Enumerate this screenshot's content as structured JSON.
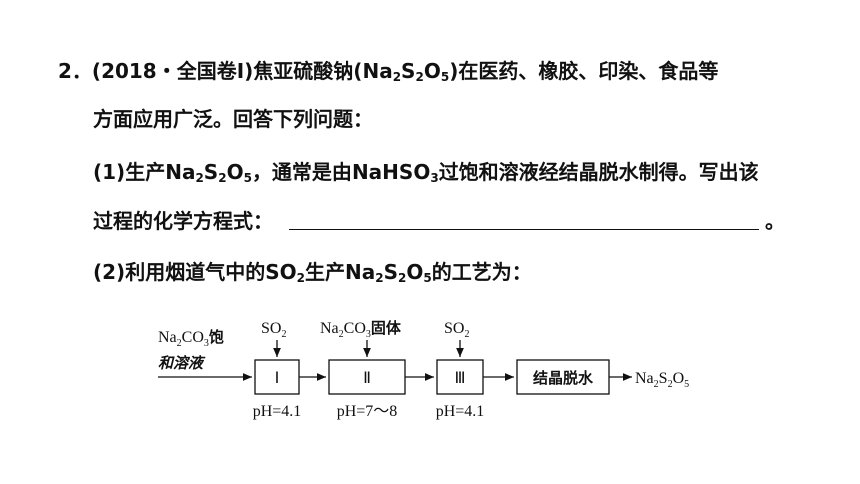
{
  "question": {
    "number": "2．",
    "source_open": "(2018・全国卷Ⅰ)",
    "intro_a": "焦亚硫酸钠(",
    "formula_na2s2o5": [
      "Na",
      "2",
      "S",
      "2",
      "O",
      "5"
    ],
    "intro_b": ")在医药、橡胶、印染、食品等",
    "intro_c": "方面应用广泛。回答下列问题："
  },
  "part1": {
    "label": "(1)",
    "text_a": "生产",
    "text_b": "，通常是由",
    "nahso3": [
      "NaHSO",
      "3"
    ],
    "text_c": "过饱和溶液经结晶脱水制得。写出该",
    "text_d": "过程的化学方程式：",
    "answer_blank": "",
    "end": "。"
  },
  "part2": {
    "label": "(2)",
    "text_a": "利用烟道气中的",
    "so2": [
      "SO",
      "2"
    ],
    "text_b": "生产",
    "text_c": "的工艺为："
  },
  "diagram": {
    "feed_line1": "饱",
    "feed_formula": [
      "Na",
      "2",
      "CO",
      "3"
    ],
    "feed_line2": "和溶液",
    "inputs": [
      {
        "formula": [
          "SO",
          "2"
        ],
        "suffix": ""
      },
      {
        "formula": [
          "Na",
          "2",
          "CO",
          "3"
        ],
        "suffix": "固体"
      },
      {
        "formula": [
          "SO",
          "2"
        ],
        "suffix": ""
      }
    ],
    "stages": [
      "Ⅰ",
      "Ⅱ",
      "Ⅲ"
    ],
    "ph_labels": [
      "pH=4.1",
      "pH=7～8",
      "pH=4.1"
    ],
    "final_step": "结晶脱水",
    "product": [
      "Na",
      "2",
      "S",
      "2",
      "O",
      "5"
    ]
  }
}
